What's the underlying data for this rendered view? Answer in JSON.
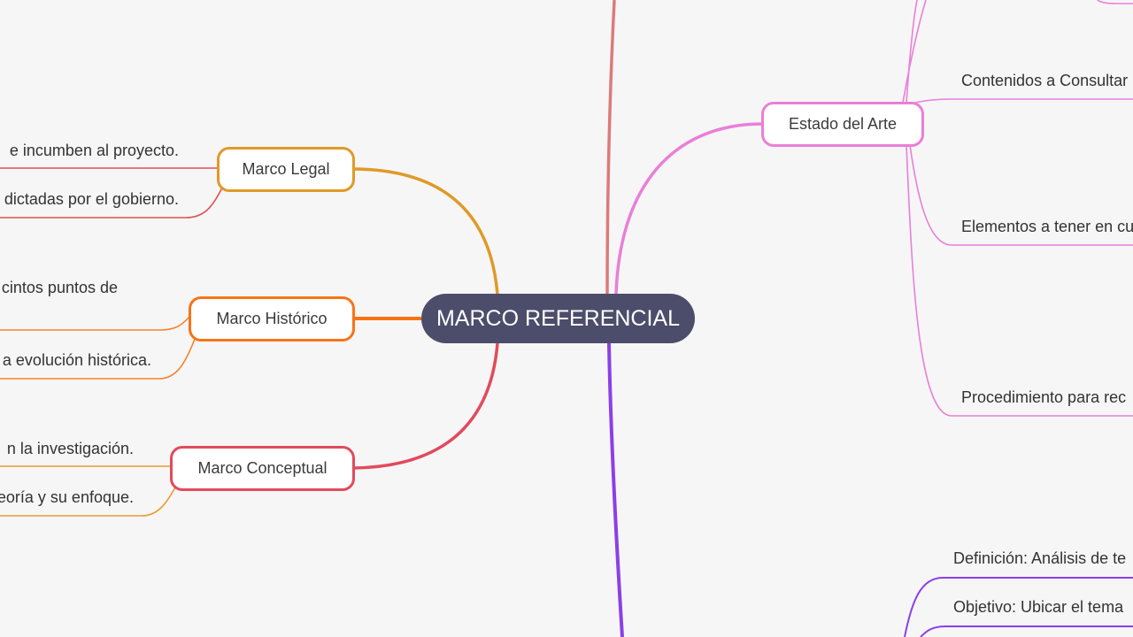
{
  "central": {
    "label": "MARCO REFERENCIAL",
    "color": "#4c4d6b"
  },
  "left_branches": [
    {
      "label": "Marco Legal",
      "color": "#e09a26",
      "children": [
        "e incumben al proyecto.",
        "dictadas por el gobierno."
      ],
      "child_color": "#e4504e"
    },
    {
      "label": "Marco Histórico",
      "color": "#f97316",
      "children": [
        "cintos puntos de",
        "a evolución histórica."
      ],
      "child_color": "#f5842a"
    },
    {
      "label": "Marco Conceptual",
      "color": "#e24a5c",
      "children": [
        "n la investigación.",
        "eoría y su enfoque."
      ],
      "child_color": "#ea9b32"
    }
  ],
  "right_branches": [
    {
      "label": "Estado del Arte",
      "color": "#e97fd8",
      "children": [
        "Contenidos a Consultar",
        "Elementos a tener en cu",
        "Procedimiento para rec"
      ]
    }
  ],
  "bottom_right_leaves": [
    "Definición: Análisis de te",
    "Objetivo: Ubicar el tema"
  ],
  "colors": {
    "top_branch": "#de7a7a",
    "bottom_branch": "#8b3fe8",
    "background": "#f6f6f7"
  }
}
